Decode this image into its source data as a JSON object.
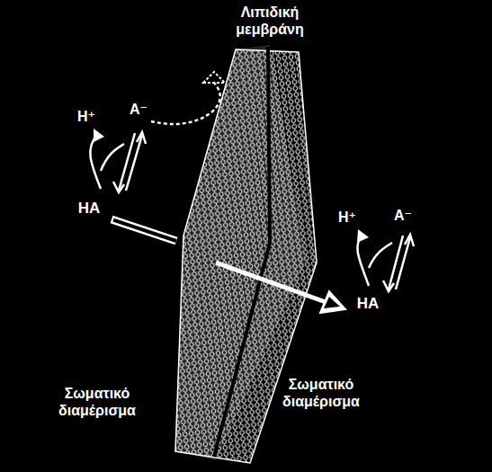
{
  "diagram": {
    "labels": [
      "Λιπιδική μεμβράνη",
      "H⁺",
      "A⁻",
      "HA",
      "H⁺",
      "A⁻",
      "HA",
      "Σωματικό διαμέρισμα",
      "Σωματικό διαμέρισμα"
    ]
  }
}
